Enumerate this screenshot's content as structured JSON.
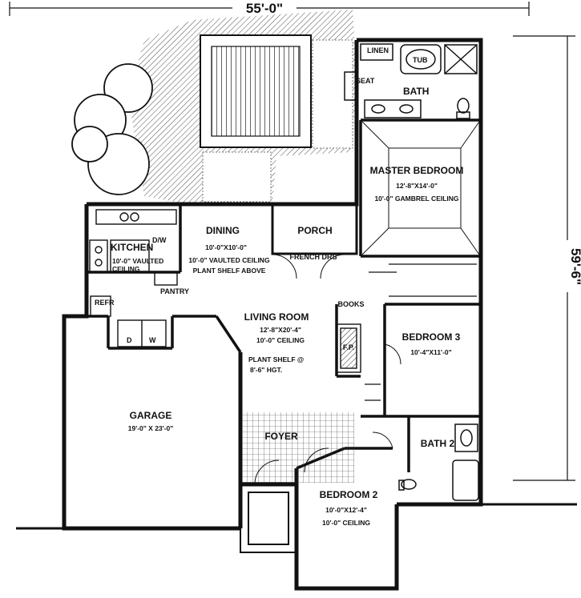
{
  "dimensions": {
    "width": "55'-0\"",
    "depth": "59'-6\""
  },
  "rooms": {
    "master_bedroom": {
      "name": "MASTER BEDROOM",
      "size": "12'-8\"X14'-0\"",
      "ceiling": "10'-0\" GAMBREL CEILING"
    },
    "dining": {
      "name": "DINING",
      "size": "10'-0\"X10'-0\"",
      "ceiling": "10'-0\" VAULTED CEILING",
      "note": "PLANT SHELF ABOVE"
    },
    "kitchen": {
      "name": "KITCHEN",
      "ceiling_line1": "10'-0\" VAULTED",
      "ceiling_line2": "CEILING"
    },
    "porch": {
      "name": "PORCH"
    },
    "living_room": {
      "name": "LIVING ROOM",
      "size": "12'-8\"X20'-4\"",
      "ceiling": "10'-0\" CEILING",
      "shelf_line1": "PLANT SHELF @",
      "shelf_line2": "8'-6\" HGT."
    },
    "bedroom3": {
      "name": "BEDROOM 3",
      "size": "10'-4\"X11'-0\""
    },
    "garage": {
      "name": "GARAGE",
      "size": "19'-0\" X 23'-0\""
    },
    "foyer": {
      "name": "FOYER"
    },
    "bath2": {
      "name": "BATH 2"
    },
    "bedroom2": {
      "name": "BEDROOM 2",
      "size": "10'-0\"X12'-4\"",
      "ceiling": "10'-0\" CEILING"
    },
    "bath": {
      "name": "BATH"
    }
  },
  "fixtures": {
    "linen": "LINEN",
    "tub": "TUB",
    "seat": "SEAT",
    "dw": "D/W",
    "pantry": "PANTRY",
    "refr": "REFR",
    "french_doors": "FRENCH DRS",
    "books": "BOOKS",
    "fireplace": "F.P.",
    "washer": "W",
    "dryer": "D"
  }
}
